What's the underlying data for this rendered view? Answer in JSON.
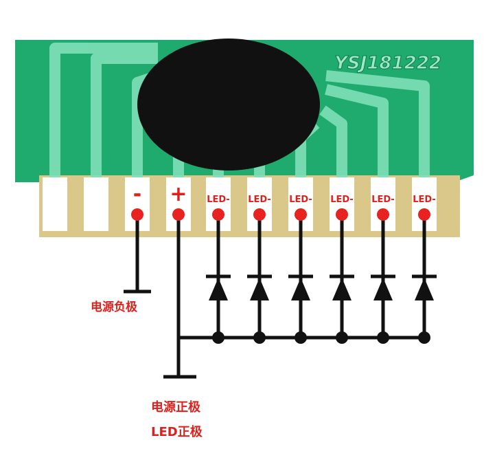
{
  "board": {
    "model_text": "YSJ181222",
    "pcb_color": "#1faa6e",
    "pad_edge_color": "#d8c98a",
    "chip_color": "#111111",
    "pins": [
      {
        "label": ""
      },
      {
        "label": ""
      },
      {
        "label": "-"
      },
      {
        "label": "+"
      },
      {
        "label": "LED-"
      },
      {
        "label": "LED-"
      },
      {
        "label": "LED-"
      },
      {
        "label": "LED-"
      },
      {
        "label": "LED-"
      },
      {
        "label": "LED-"
      }
    ]
  },
  "captions": {
    "power_negative": "电源负极",
    "power_positive": "电源正极",
    "led_positive": "LED正极"
  },
  "colors": {
    "label_red": "#e0201c",
    "dot_red": "#e8231f",
    "wire_black": "#111111"
  },
  "icons": {
    "diode": "diode-symbol-icon",
    "ground": "terminal-bar-icon"
  }
}
